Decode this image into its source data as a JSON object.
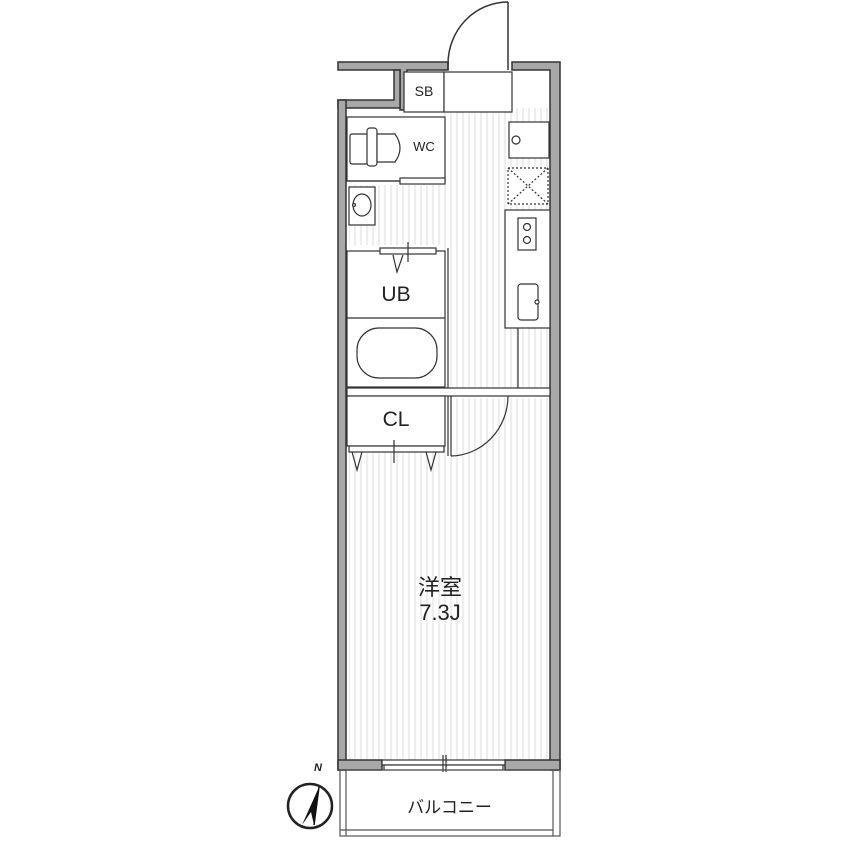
{
  "floorplan": {
    "rooms": {
      "sb": "SB",
      "wc": "WC",
      "ub": "UB",
      "cl": "CL",
      "western_room_name": "洋室",
      "western_room_size": "7.3J",
      "balcony": "バルコニー"
    },
    "compass": {
      "label": "N"
    },
    "colors": {
      "wall_fill": "#a8a8a8",
      "line": "#333333",
      "floor_stripe": "#e6e6e6",
      "background": "#ffffff"
    }
  }
}
